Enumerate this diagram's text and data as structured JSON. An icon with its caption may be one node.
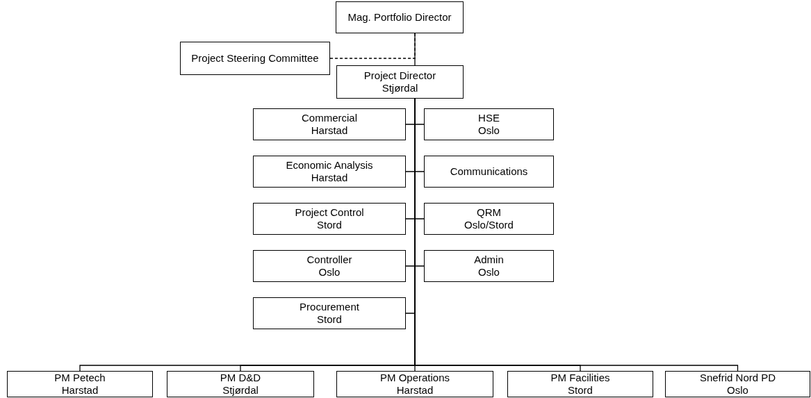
{
  "diagram": {
    "nodes": [
      {
        "text": [
          "Mag. Portfolio Director"
        ]
      },
      {
        "text": [
          "Project Steering Committee"
        ]
      },
      {
        "text": [
          "Project Director",
          "Stjørdal"
        ]
      },
      {
        "text": [
          "Commercial",
          "Harstad"
        ]
      },
      {
        "text": [
          "HSE",
          "Oslo"
        ]
      },
      {
        "text": [
          "Economic Analysis",
          "Harstad"
        ]
      },
      {
        "text": [
          "Communications"
        ]
      },
      {
        "text": [
          "Project Control",
          "Stord"
        ]
      },
      {
        "text": [
          "QRM",
          "Oslo/Stord"
        ]
      },
      {
        "text": [
          "Controller",
          "Oslo"
        ]
      },
      {
        "text": [
          "Admin",
          "Oslo"
        ]
      },
      {
        "text": [
          "Procurement",
          "Stord"
        ]
      },
      {
        "text": [
          "PM Petech",
          "Harstad"
        ]
      },
      {
        "text": [
          "PM D&D",
          "Stjørdal"
        ]
      },
      {
        "text": [
          "PM Operations",
          "Harstad"
        ]
      },
      {
        "text": [
          "PM Facilities",
          "Stord"
        ]
      },
      {
        "text": [
          "Snefrid Nord PD",
          "Oslo"
        ]
      }
    ],
    "edges": [
      {
        "from": 0,
        "to": 1,
        "arrow": "none",
        "style": "dashed"
      },
      {
        "from": 0,
        "to": 2,
        "arrow": "none"
      },
      {
        "from": 2,
        "to": 3,
        "arrow": "none"
      },
      {
        "from": 2,
        "to": 4,
        "arrow": "none"
      },
      {
        "from": 2,
        "to": 5,
        "arrow": "none"
      },
      {
        "from": 2,
        "to": 6,
        "arrow": "none"
      },
      {
        "from": 2,
        "to": 7,
        "arrow": "none"
      },
      {
        "from": 2,
        "to": 8,
        "arrow": "none"
      },
      {
        "from": 2,
        "to": 9,
        "arrow": "none"
      },
      {
        "from": 2,
        "to": 10,
        "arrow": "none"
      },
      {
        "from": 2,
        "to": 11,
        "arrow": "none"
      },
      {
        "from": 2,
        "to": 12,
        "arrow": "none"
      },
      {
        "from": 2,
        "to": 13,
        "arrow": "none"
      },
      {
        "from": 2,
        "to": 14,
        "arrow": "none"
      },
      {
        "from": 2,
        "to": 15,
        "arrow": "none"
      },
      {
        "from": 2,
        "to": 16,
        "arrow": "none"
      }
    ]
  }
}
